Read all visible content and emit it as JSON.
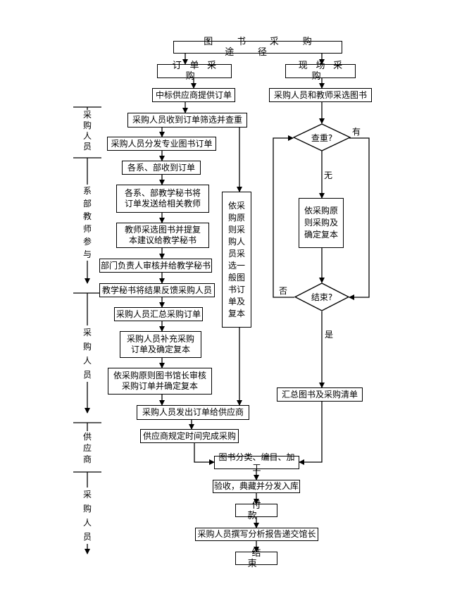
{
  "title": "图书采购途径",
  "branches": {
    "left": "订单采购",
    "right": "现场采购"
  },
  "left_flow": [
    "中标供应商提供订单",
    "采购人员收到订单筛选并查重",
    "采购人员分发专业图书订单",
    "各系、部收到订单",
    "各系、部教学秘书将订单发送给相关教师",
    "教师采选图书并提复本建议给教学秘书",
    "部门负责人审核并给教学秘书",
    "教学秘书将结果反馈采购人员",
    "采购人员汇总采购订单",
    "采购人员补充采购订单及确定复本",
    "依采购原则图书馆长审核采购订单并确定复本",
    "采购人员发出订单给供应商",
    "供应商规定时间完成采购"
  ],
  "middle_box": "依采购原则采购人员采选一般图书订单及复本",
  "right_flow": {
    "select": "采购人员和教师采选图书",
    "check_dup": "查重?",
    "yes": "有",
    "no": "无",
    "decide": "依采购原则采购及确定复本",
    "end_q": "结束?",
    "no2": "否",
    "yes2": "是",
    "summary": "汇总图书及采购清单"
  },
  "common_flow": [
    "图书分类、编目、加工",
    "验收，典藏并分发入库",
    "付款",
    "采购人员撰写分析报告递交馆长",
    "结束"
  ],
  "roles": [
    "采购人员",
    "系部教师参与",
    "采购人员",
    "供应商",
    "采购人员"
  ]
}
